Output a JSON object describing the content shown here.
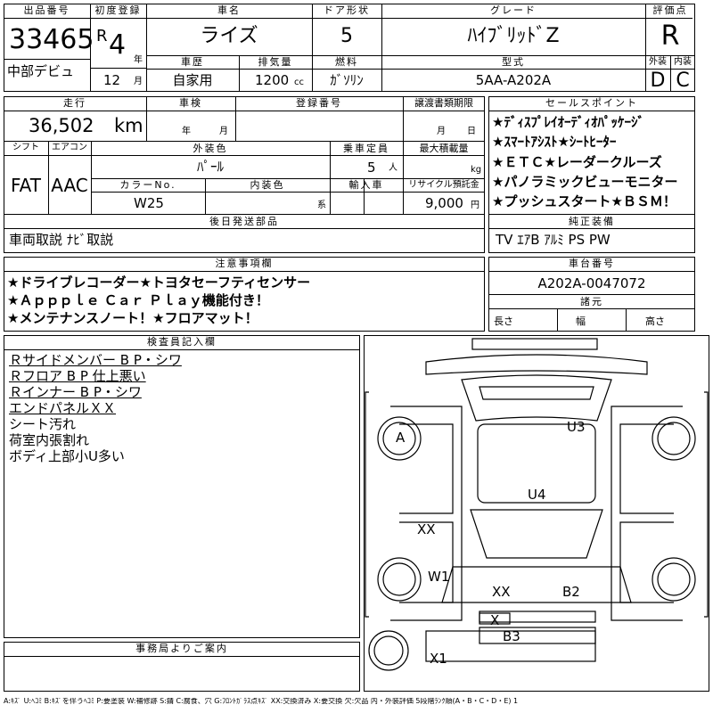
{
  "header": {
    "lot_label": "出品番号",
    "lot_number": "33465",
    "venue": "中部デビュ",
    "first_reg_label": "初度登録",
    "era": "R",
    "year": "4",
    "year_unit": "年",
    "month": "12",
    "month_unit": "月",
    "car_name_label": "車名",
    "car_name": "ライズ",
    "history_label": "車歴",
    "history": "自家用",
    "displacement_label": "排気量",
    "displacement": "1200",
    "displacement_unit": "cc",
    "door_label": "ドア形状",
    "doors": "5",
    "fuel_label": "燃料",
    "fuel": "ｶﾞｿﾘﾝ",
    "grade_label": "グレード",
    "grade": "ﾊｲﾌﾞﾘｯﾄﾞZ",
    "model_label": "型式",
    "model": "5AA-A202A",
    "score_label": "評価点",
    "score": "R",
    "exterior_label": "外装",
    "exterior": "D",
    "interior_label": "内装",
    "interior": "C"
  },
  "row2": {
    "mileage_label": "走行",
    "mileage": "36,502",
    "mileage_unit": "km",
    "inspection_label": "車検",
    "year_unit": "年",
    "month_unit": "月",
    "plate_label": "登録番号",
    "transfer_label": "譲渡書類期限",
    "shift_label": "シフト",
    "shift": "FAT",
    "ac_label": "エアコン",
    "ac": "AAC",
    "color_label": "外装色",
    "color": "ﾊﾟｰﾙ",
    "color_no_label": "カラーNo.",
    "color_no": "W25",
    "interior_color_label": "内装色",
    "interior_color_suffix": "系",
    "capacity_label": "乗車定員",
    "capacity": "5",
    "capacity_unit": "人",
    "max_load_label": "最大積載量",
    "max_load_unit": "kg",
    "import_label": "輸入車",
    "recycle_label": "リサイクル預託金",
    "recycle": "9,000",
    "recycle_unit": "円",
    "later_parts_label": "後日発送部品",
    "later_parts": "車両取説 ﾅﾋﾞ取説"
  },
  "sales": {
    "label": "セールスポイント",
    "lines": [
      "★ﾃﾞｨｽﾌﾟﾚｲｵｰﾃﾞｨｵﾊﾟｯｹｰｼﾞ",
      "★ｽﾏｰﾄｱｼｽﾄ★ｼｰﾄﾋｰﾀｰ",
      "★ＥＴＣ★レーダークルーズ",
      "★パノラミックビューモニター",
      "★プッシュスタート★ＢＳＭ！"
    ],
    "equipment_label": "純正装備",
    "equipment": "TV ｴｱB ｱﾙﾐ PS PW"
  },
  "notes": {
    "label": "注意事項欄",
    "lines": [
      "★ドライブレコーダー★トヨタセーフティセンサー",
      "★Ａｐｐｐｌｅ Ｃａｒ Ｐｌａｙ機能付き！",
      "★メンテナンスノート！★フロアマット！"
    ]
  },
  "chassis": {
    "label": "車台番号",
    "number": "A202A-0047072",
    "dims_label": "諸元",
    "length_label": "長さ",
    "width_label": "幅",
    "height_label": "高さ"
  },
  "inspector": {
    "label": "検査員記入欄",
    "lines": [
      {
        "text": "Ｒサイドメンバー B P・シワ",
        "underline": true
      },
      {
        "text": "Ｒフロア B P 仕上悪い",
        "underline": true
      },
      {
        "text": "Ｒインナー B P・シワ",
        "underline": true
      },
      {
        "text": "エンドパネルＸＸ",
        "underline": true
      },
      {
        "text": "シート汚れ",
        "underline": false
      },
      {
        "text": "荷室内張割れ",
        "underline": false
      },
      {
        "text": "ボディ上部小U多い",
        "underline": false
      }
    ]
  },
  "diagram": {
    "marks": {
      "A": "A",
      "U3": "U3",
      "U4": "U4",
      "XX1": "XX",
      "W1": "W1",
      "XX2": "XX",
      "B2": "B2",
      "X": "X",
      "B3": "B3",
      "X1": "X1"
    }
  },
  "office": {
    "label": "事務局よりご案内"
  },
  "legend": "A:ｷｽﾞ U:ﾍｺﾐ B:ｷｽﾞを伴うﾍｺﾐ P:要塗装 W:補修跡 S:錆 C:腐食、穴 G:ﾌﾛﾝﾄｶﾞﾗｽ点ｷｽﾞ XX:交換済み X:要交換 欠:欠品 内・外装評価 5段階ﾗﾝｸ順(A・B・C・D・E) 1"
}
